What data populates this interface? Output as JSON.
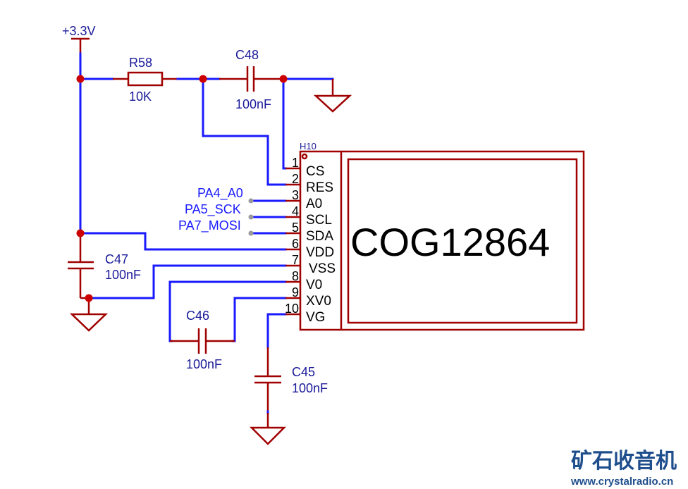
{
  "power": {
    "label": "+3.3V"
  },
  "components": {
    "r58": {
      "ref": "R58",
      "value": "10K"
    },
    "c48": {
      "ref": "C48",
      "value": "100nF"
    },
    "c47": {
      "ref": "C47",
      "value": "100nF"
    },
    "c46": {
      "ref": "C46",
      "value": "100nF"
    },
    "c45": {
      "ref": "C45",
      "value": "100nF"
    }
  },
  "lcd": {
    "ref": "H10",
    "part": "COG12864",
    "pins": [
      {
        "num": "1",
        "name": "CS"
      },
      {
        "num": "2",
        "name": "RES"
      },
      {
        "num": "3",
        "name": "A0"
      },
      {
        "num": "4",
        "name": "SCL"
      },
      {
        "num": "5",
        "name": "SDA"
      },
      {
        "num": "6",
        "name": "VDD"
      },
      {
        "num": "7",
        "name": "VSS"
      },
      {
        "num": "8",
        "name": "V0"
      },
      {
        "num": "9",
        "name": "XV0"
      },
      {
        "num": "10",
        "name": "VG"
      }
    ]
  },
  "nets": {
    "a0": "PA4_A0",
    "sck": "PA5_SCK",
    "mosi": "PA7_MOSI"
  },
  "watermark": {
    "title": "矿石收音机",
    "url": "www.crystalradio.cn"
  }
}
